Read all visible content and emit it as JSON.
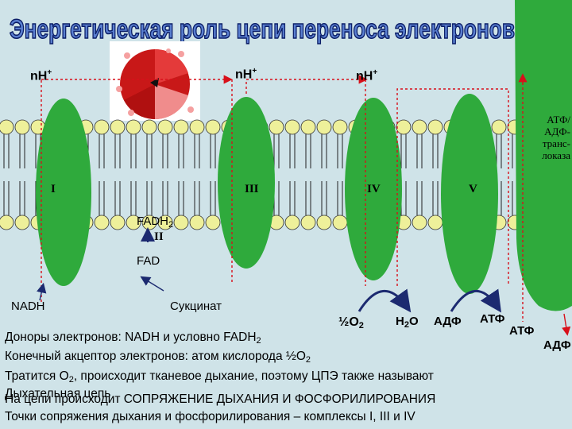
{
  "title": "Энергетическая роль цепи переноса электронов",
  "proton_labels": [
    "nH",
    "nH",
    "nH"
  ],
  "proton_sup": "+",
  "complex_labels": [
    "I",
    "III",
    "IV",
    "V"
  ],
  "complex_ii": "II",
  "fadh2": "FADH",
  "fad": "FAD",
  "nadh": "NADH",
  "succinate": "Сукцинат",
  "half_o2": "½O",
  "h2o": "H",
  "h2o_tail": "O",
  "adp": "АДФ",
  "atp": "АТФ",
  "translocase": [
    "АТФ/",
    "АДФ-",
    "транс-",
    "локаза"
  ],
  "atp_right": "АТФ",
  "adp_right": "АДФ",
  "notes": {
    "donors": "Доноры электронов: NADH и условно FADH",
    "acceptor": "Конечный акцептор электронов: атом кислорода ½O",
    "consumption": "Тратится O",
    "consumption_tail": ", происходит тканевое дыхание, поэтому ЦПЭ также называют",
    "resp_chain": "Дыхательная цепь",
    "coupling": "На цепи происходит СОПРЯЖЕНИЕ ДЫХАНИЯ И ФОСФОРИЛИРОВАНИЯ",
    "points": "Точки сопряжения дыхания и фосфорилирования – комплексы I, III и IV"
  },
  "colors": {
    "background": "#cfe3e8",
    "membrane_head": "#eef09a",
    "complex_green": "#2faa3c",
    "title_fill": "#5a7fd0",
    "arrow_red": "#d8101a",
    "navy": "#1c2a70"
  }
}
